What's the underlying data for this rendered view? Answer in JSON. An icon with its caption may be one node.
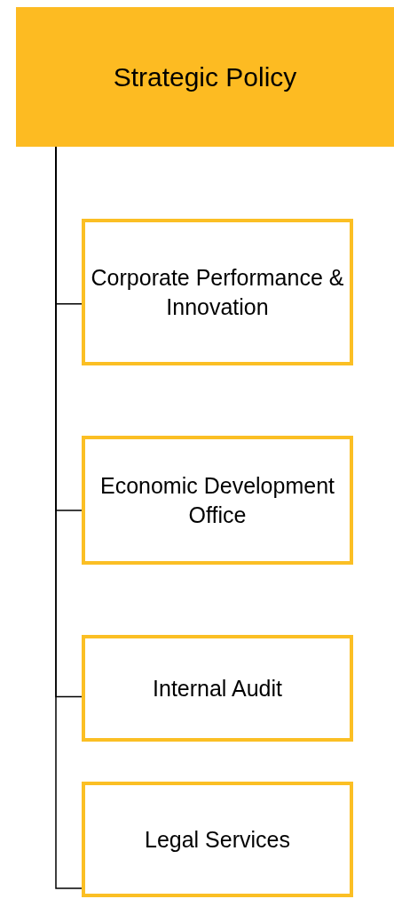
{
  "diagram": {
    "nodes": [
      {
        "text": [
          "Strategic Policy"
        ]
      },
      {
        "text": [
          "Corporate Performance & Innovation"
        ]
      },
      {
        "text": [
          "Economic Development Office"
        ]
      },
      {
        "text": [
          "Internal Audit"
        ]
      },
      {
        "text": [
          "Legal Services"
        ]
      }
    ],
    "edges": [
      {
        "from": 0,
        "to": 1,
        "arrow": "none"
      },
      {
        "from": 0,
        "to": 2,
        "arrow": "none"
      },
      {
        "from": 0,
        "to": 3,
        "arrow": "none"
      },
      {
        "from": 0,
        "to": 4,
        "arrow": "none"
      }
    ]
  }
}
